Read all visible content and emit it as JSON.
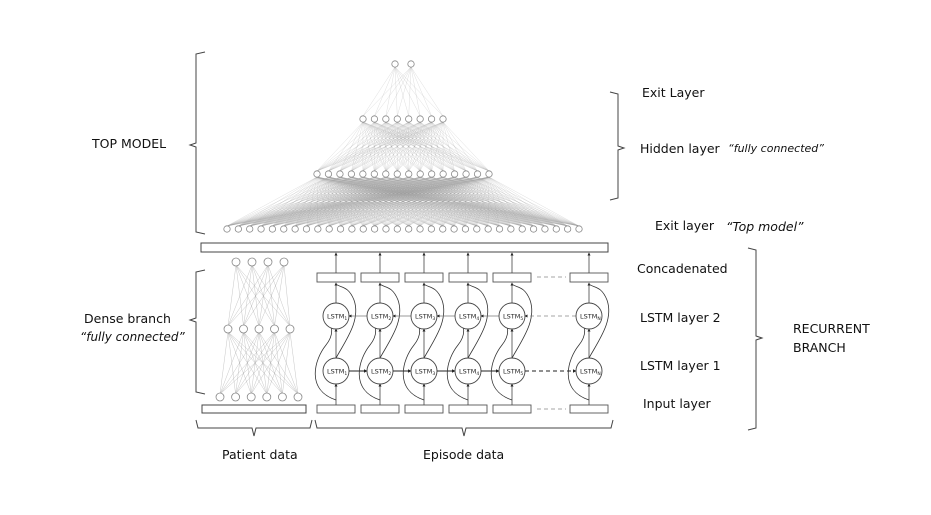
{
  "diagram": {
    "title": "Neural network architecture: Top model over Dense branch and Recurrent branch",
    "left_labels": {
      "top_model": "TOP MODEL",
      "dense_branch": "Dense branch",
      "dense_branch_note": "“fully connected”"
    },
    "right_labels": {
      "exit_layer_top": "Exit Layer",
      "hidden_layer": "Hidden layer",
      "hidden_layer_note": "“fully connected”",
      "exit_layer_bottom": "Exit layer",
      "exit_layer_bottom_note": "“Top model”",
      "concatenated": "Concadenated",
      "lstm_layer_2": "LSTM layer 2",
      "lstm_layer_1": "LSTM layer 1",
      "input_layer": "Input layer",
      "recurrent_branch_line1": "RECURRENT",
      "recurrent_branch_line2": "BRANCH"
    },
    "bottom_labels": {
      "patient_data": "Patient data",
      "episode_data": "Episode data"
    },
    "top_model_layers": {
      "node_counts": [
        2,
        8,
        16,
        32
      ]
    },
    "dense_branch_layers": {
      "node_counts": [
        4,
        5,
        6
      ]
    },
    "lstm_cells": {
      "layer2": [
        "LSTM",
        "LSTM",
        "LSTM",
        "LSTM",
        "LSTM",
        "LSTM"
      ],
      "subscripts": [
        "1",
        "2",
        "3",
        "4",
        "5",
        "N"
      ]
    },
    "colors": {
      "line": "#333333",
      "mesh": "#9a9a9a",
      "node_stroke": "#888888"
    }
  }
}
